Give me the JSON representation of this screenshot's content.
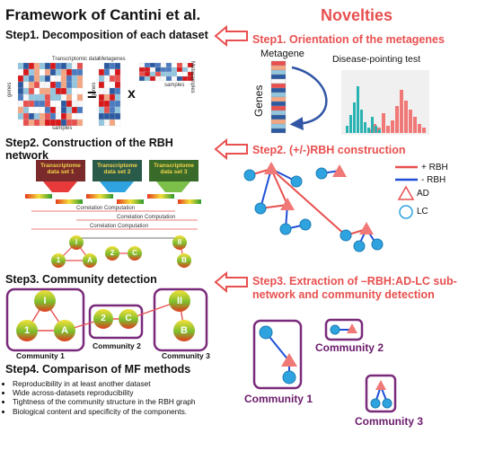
{
  "left": {
    "title": "Framework of Cantini et al.",
    "step1": {
      "title": "Step1. Decomposition of each dataset",
      "transcriptomic_label": "Transcriptomic data",
      "metagenes_label": "Metagenes",
      "metasamples_label": "Metasamples",
      "genes_label": "genes",
      "genes_label2": "genes",
      "samples_label": "samples",
      "samples_label2": "samples",
      "equals": "=",
      "times": "x"
    },
    "step2": {
      "title": "Step2. Construction of the RBH network",
      "datasets": [
        "Transcriptome data set 1",
        "Transcriptome data set 2",
        "Transcriptome data set 3"
      ],
      "correlation_label": "Correlation Computation",
      "nodes": [
        "I",
        "1",
        "A",
        "2",
        "C",
        "II",
        "B"
      ]
    },
    "step3": {
      "title": "Step3. Community detection",
      "communities": [
        "Community 1",
        "Community 2",
        "Community 3"
      ],
      "nodes": [
        "I",
        "1",
        "A",
        "2",
        "C",
        "II",
        "B"
      ]
    },
    "step4": {
      "title": "Step4. Comparison of MF methods",
      "bullets": [
        "Reproducibility in at least another dataset",
        "Wide across-datasets reproducibility",
        "Tightness of the community structure in the RBH graph",
        "Biological content and specificity of the components."
      ]
    }
  },
  "right": {
    "title": "Novelties",
    "step1": {
      "title": "Step1. Orientation of the metagenes",
      "metagene_label": "Metagene",
      "test_label": "Disease-pointing test",
      "genes_label": "Genes"
    },
    "step2": {
      "title": "Step2. (+/-)RBH construction",
      "legend": [
        "+ RBH",
        "- RBH",
        "AD",
        "LC"
      ]
    },
    "step3": {
      "title": "Step3. Extraction of –RBH:AD-LC sub-network and community detection",
      "communities": [
        "Community 1",
        "Community 2",
        "Community 3"
      ]
    }
  },
  "colors": {
    "red": "#e8504f",
    "purple": "#7a2a7a",
    "blue": "#1f4fd8",
    "node_blue": "#2ea3e0",
    "node_red": "#f07876"
  }
}
